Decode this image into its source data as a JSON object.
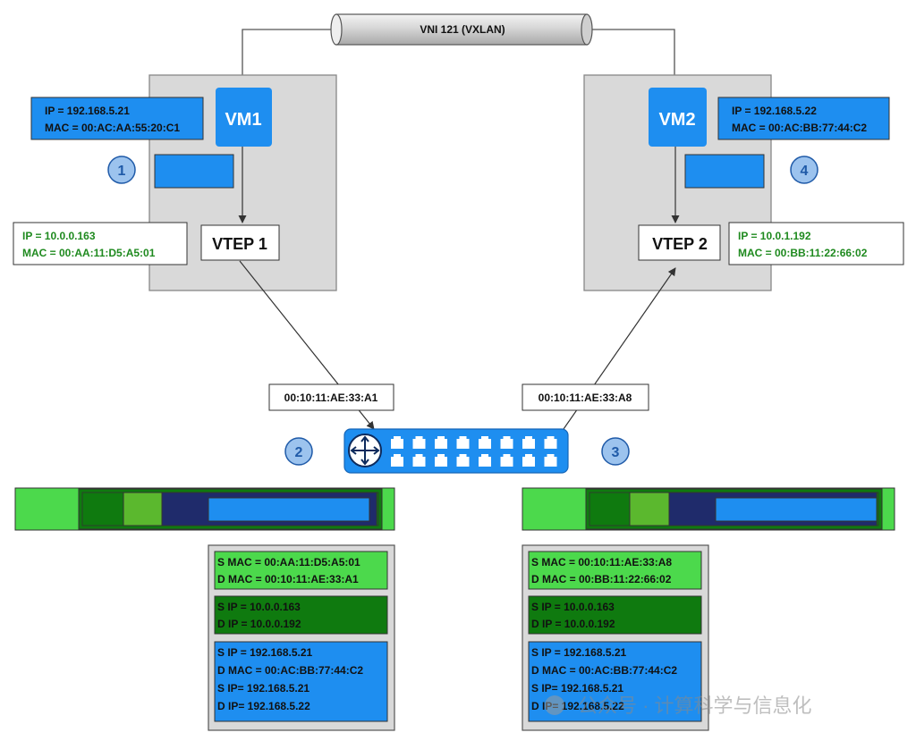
{
  "tunnel": {
    "label": "VNI 121 (VXLAN)"
  },
  "host1": {
    "vm_label": "VM1",
    "vm_info": {
      "ip": "IP = 192.168.5.21",
      "mac": "MAC = 00:AC:AA:55:20:C1"
    },
    "vtep_label": "VTEP 1",
    "vtep_info": {
      "ip": "IP = 10.0.0.163",
      "mac": "MAC = 00:AA:11:D5:A5:01"
    }
  },
  "host2": {
    "vm_label": "VM2",
    "vm_info": {
      "ip": "IP = 192.168.5.22",
      "mac": "MAC = 00:AC:BB:77:44:C2"
    },
    "vtep_label": "VTEP 2",
    "vtep_info": {
      "ip": "IP = 10.0.1.192",
      "mac": "MAC = 00:BB:11:22:66:02"
    }
  },
  "steps": {
    "s1": "1",
    "s2": "2",
    "s3": "3",
    "s4": "4"
  },
  "switch": {
    "port_left_mac": "00:10:11:AE:33:A1",
    "port_right_mac": "00:10:11:AE:33:A8"
  },
  "packet_left": {
    "outer_mac": {
      "src": "S MAC = 00:AA:11:D5:A5:01",
      "dst": "D MAC = 00:10:11:AE:33:A1"
    },
    "outer_ip": {
      "src": "S IP = 10.0.0.163",
      "dst": "D IP = 10.0.0.192"
    },
    "inner": {
      "line1": "S IP = 192.168.5.21",
      "line2": "D MAC = 00:AC:BB:77:44:C2",
      "line3": "S IP= 192.168.5.21",
      "line4": "D IP= 192.168.5.22"
    }
  },
  "packet_right": {
    "outer_mac": {
      "src": "S MAC = 00:10:11:AE:33:A8",
      "dst": "D MAC = 00:BB:11:22:66:02"
    },
    "outer_ip": {
      "src": "S IP = 10.0.0.163",
      "dst": "D IP = 10.0.0.192"
    },
    "inner": {
      "line1": "S IP = 192.168.5.21",
      "line2": "D MAC = 00:AC:BB:77:44:C2",
      "line3": "S IP= 192.168.5.21",
      "line4": "D IP= 192.168.5.22"
    }
  },
  "watermark": {
    "text": "公众号 · 计算科学与信息化"
  },
  "colors": {
    "host_fill": "#d9d9d9",
    "vm_blue": "#1e8ef0",
    "green_text": "#1f8a1f",
    "light_green": "#4cd94c",
    "dark_green": "#0f7a0f",
    "mid_green": "#5bb82e",
    "navy": "#1f2b6b",
    "step_fill": "#9cc3ee",
    "step_text": "#1f5aa8"
  }
}
